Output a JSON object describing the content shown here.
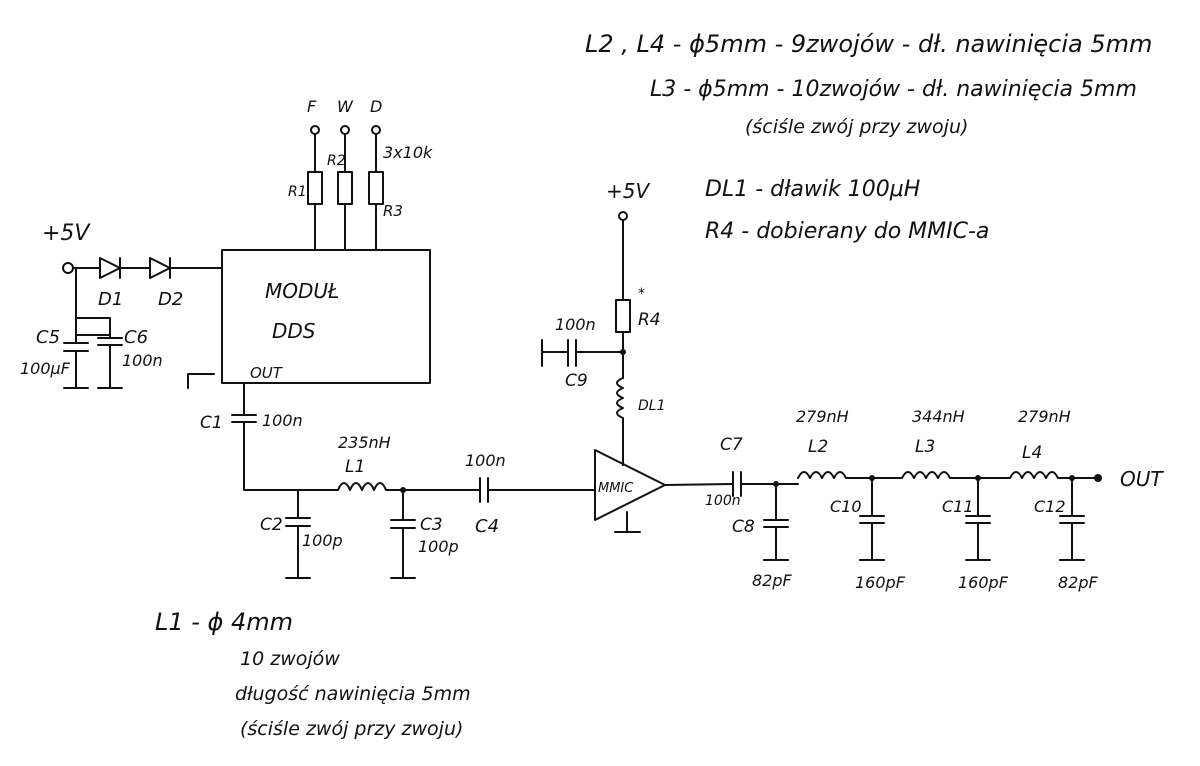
{
  "notes": {
    "l2l4_line1": "L2 , L4 - ϕ5mm - 9zwojów - dł. nawinięcia 5mm",
    "l3_line": "L3 - ϕ5mm - 10zwojów - dł. nawinięcia 5mm",
    "tight_note": "(ściśle zwój przy zwoju)",
    "dl1_note": "DL1 - dławik 100μH",
    "r4_note": "R4 - dobierany do MMIC-a",
    "l1_line1": "L1 - ϕ 4mm",
    "l1_line2": "10 zwojów",
    "l1_line3": "długość nawinięcia 5mm",
    "l1_line4": "(ściśle zwój przy zwoju)"
  },
  "labels": {
    "vcc_left": "+5V",
    "vcc_right": "+5V",
    "d1": "D1",
    "d2": "D2",
    "c5": "C5",
    "c5_val": "100μF",
    "c6": "C6",
    "c6_val": "100n",
    "module_line1": "MODUŁ",
    "module_line2": "DDS",
    "out_pin": "OUT",
    "pin_f": "F",
    "pin_w": "W",
    "pin_d": "D",
    "r1": "R1",
    "r2": "R2",
    "r3": "R3",
    "r_val": "3x10k",
    "c1": "C1",
    "c1_val": "100n",
    "l1": "L1",
    "l1_val": "235nH",
    "c2": "C2",
    "c2_val": "100p",
    "c3": "C3",
    "c3_val": "100p",
    "c4": "C4",
    "c4_val": "100n",
    "c9": "C9",
    "c9_val": "100n",
    "r4": "R4",
    "r4_star": "*",
    "dl1": "DL1",
    "mmic": "MMIC",
    "c7": "C7",
    "c7_val": "100n",
    "c8": "C8",
    "c8_val": "82pF",
    "l2": "L2",
    "l2_val": "279nH",
    "l3": "L3",
    "l3_val": "344nH",
    "l4": "L4",
    "l4_val": "279nH",
    "c10": "C10",
    "c10_val": "160pF",
    "c11": "C11",
    "c11_val": "160pF",
    "c12": "C12",
    "c12_val": "82pF",
    "out": "OUT"
  }
}
